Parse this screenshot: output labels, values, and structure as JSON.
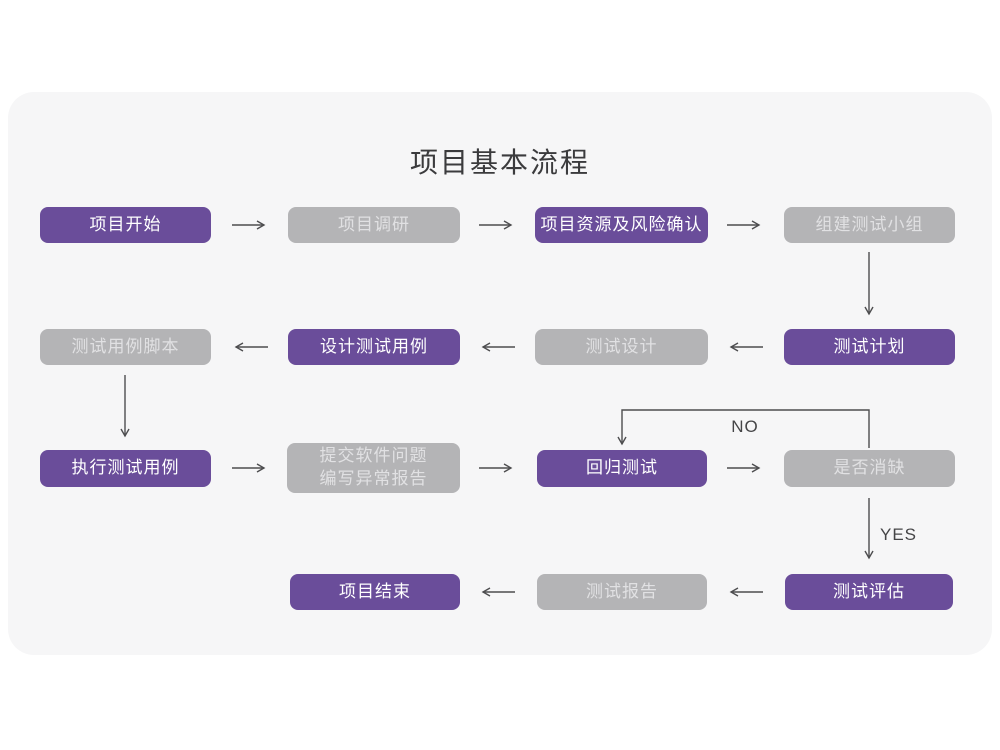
{
  "title": "项目基本流程",
  "colors": {
    "accent_purple": "#6A4D9A",
    "inactive_gray": "#B4B4B6",
    "card_background": "#F6F6F7",
    "connector_line": "#4D4D4F"
  },
  "flow": {
    "nodes": [
      {
        "label": "项目开始",
        "style": "purple"
      },
      {
        "label": "项目调研",
        "style": "gray"
      },
      {
        "label": "项目资源及风险确认",
        "style": "purple"
      },
      {
        "label": "组建测试小组",
        "style": "gray"
      },
      {
        "label": "测试计划",
        "style": "purple"
      },
      {
        "label": "测试设计",
        "style": "gray"
      },
      {
        "label": "设计测试用例",
        "style": "purple"
      },
      {
        "label": "测试用例脚本",
        "style": "gray"
      },
      {
        "label": "执行测试用例",
        "style": "purple"
      },
      {
        "label": "提交软件问题\n编写异常报告",
        "style": "gray"
      },
      {
        "label": "回归测试",
        "style": "purple"
      },
      {
        "label": "是否消缺",
        "style": "gray"
      },
      {
        "label": "测试评估",
        "style": "purple"
      },
      {
        "label": "测试报告",
        "style": "gray"
      },
      {
        "label": "项目结束",
        "style": "purple"
      }
    ],
    "edge_labels": {
      "no": "NO",
      "yes": "YES"
    }
  }
}
